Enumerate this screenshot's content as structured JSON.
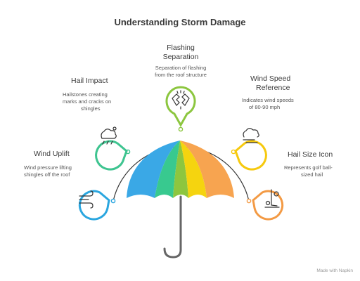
{
  "title": "Understanding Storm Damage",
  "items": [
    {
      "title": "Wind Uplift",
      "desc": [
        "Wind pressure lifting",
        "shingles off the roof"
      ],
      "icon": "wind-icon",
      "color": "#2aa6df"
    },
    {
      "title": "Hail Impact",
      "desc": [
        "Hailstones creating",
        "marks and cracks on",
        "shingles"
      ],
      "icon": "cloud-hail-icon",
      "color": "#3ec490"
    },
    {
      "title": [
        "Flashing",
        "Separation"
      ],
      "desc": [
        "Separation of flashing",
        "from the roof structure"
      ],
      "icon": "pull-apart-icon",
      "color": "#8cc63f"
    },
    {
      "title": [
        "Wind Speed",
        "Reference"
      ],
      "desc": [
        "Indicates wind speeds",
        "of 80-90 mph"
      ],
      "icon": "wind-cloud-icon",
      "color": "#f6c90e"
    },
    {
      "title": "Hail Size Icon",
      "desc": [
        "Represents golf ball-",
        "sized hail"
      ],
      "icon": "golf-icon",
      "color": "#f39a44"
    }
  ],
  "umbrella": {
    "panel_colors": [
      "#3aa8e6",
      "#38c98f",
      "#8dc63f",
      "#f5d40f",
      "#f7a450"
    ]
  },
  "credit": "Made with  Napkin"
}
